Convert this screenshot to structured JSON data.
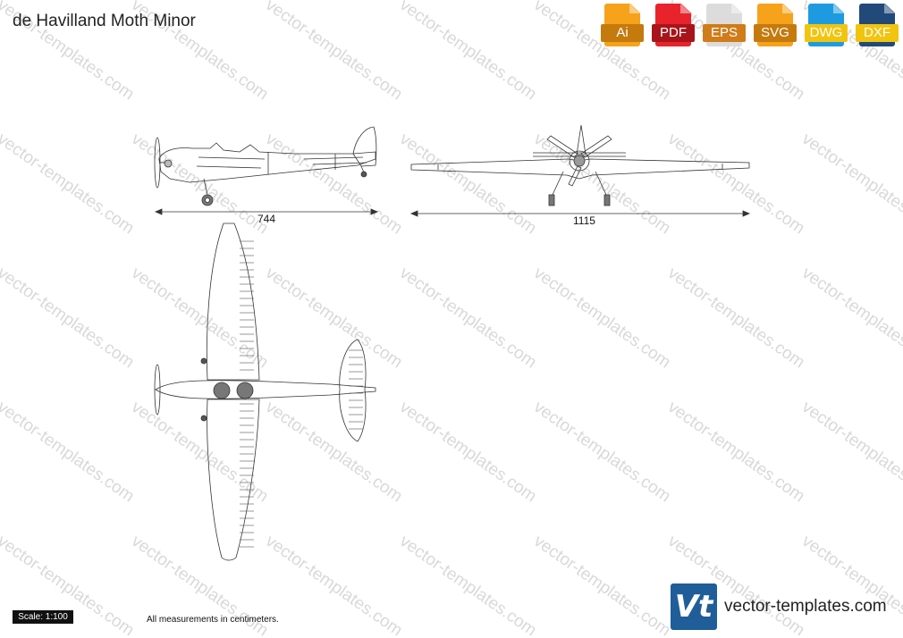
{
  "title": "de Havilland Moth Minor",
  "watermark_text": "vector-templates.com",
  "formats": [
    {
      "label": "Ai",
      "color": "#f7a21b",
      "label_color": "#c57a0e",
      "icon": "file-ai-icon"
    },
    {
      "label": "PDF",
      "color": "#e8232b",
      "label_color": "#a8141b",
      "icon": "file-pdf-icon"
    },
    {
      "label": "EPS",
      "color": "#dcdcdc",
      "label_color": "#d07c1a",
      "icon": "file-eps-icon"
    },
    {
      "label": "SVG",
      "color": "#f7a21b",
      "label_color": "#c57a0e",
      "icon": "file-svg-icon"
    },
    {
      "label": "DWG",
      "color": "#1e9be0",
      "label_color": "#f1c40f",
      "icon": "file-dwg-icon"
    },
    {
      "label": "DXF",
      "color": "#214a7a",
      "label_color": "#f1c40f",
      "icon": "file-dxf-icon"
    }
  ],
  "dimensions": {
    "side_length": "744",
    "front_span": "1115"
  },
  "scale_label": "Scale: 1:100",
  "note": "All measurements in centimeters.",
  "brand": {
    "logo_text": "Vt",
    "name": "vector-templates.com",
    "color": "#1f5e98"
  }
}
